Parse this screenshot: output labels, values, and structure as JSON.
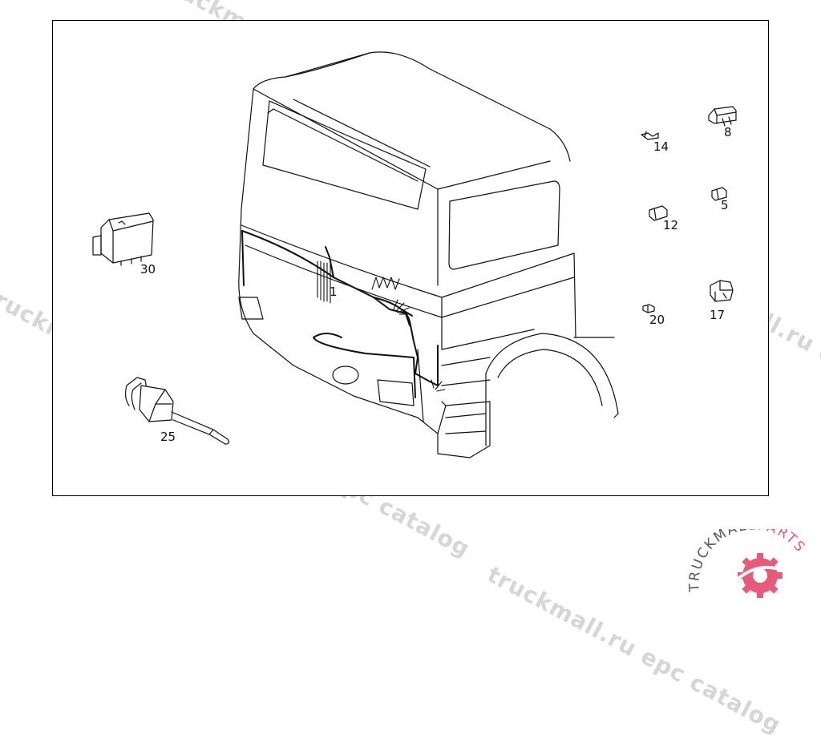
{
  "watermark_text": "truckmall.ru epc catalog",
  "logo": {
    "text_dark": "TRUCKMALL",
    "text_accent": "PARTS",
    "accent_color": "#e85a7a",
    "dark_color": "#555555"
  },
  "callouts": {
    "c1": "1",
    "c5": "5",
    "c8": "8",
    "c12": "12",
    "c14": "14",
    "c17": "17",
    "c20": "20",
    "c25": "25",
    "c30": "30"
  }
}
